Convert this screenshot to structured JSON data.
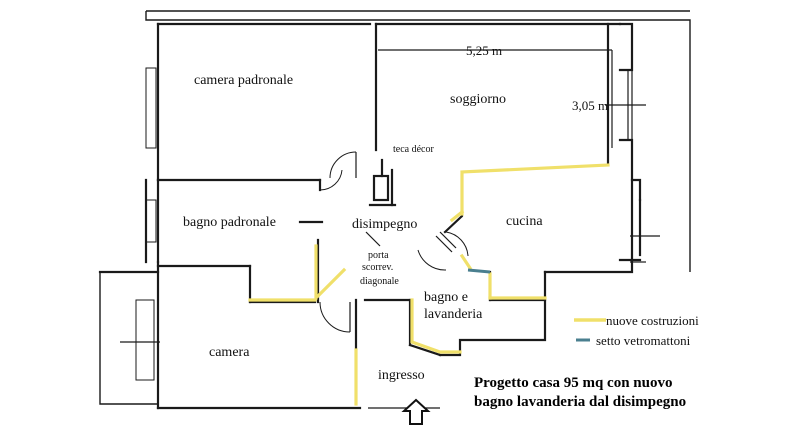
{
  "rooms": {
    "camera_padronale": "camera padronale",
    "soggiorno": "soggiorno",
    "bagno_padronale": "bagno padronale",
    "disimpegno": "disimpegno",
    "cucina": "cucina",
    "bagno_lavanderia_line1": "bagno e",
    "bagno_lavanderia_line2": "lavanderia",
    "camera": "camera",
    "ingresso": "ingresso"
  },
  "annotations": {
    "teca": "teca décor",
    "porta_line1": "porta",
    "porta_line2": "scorrev.",
    "porta_line3": "diagonale"
  },
  "dimensions": {
    "width_label": "5,25 m",
    "height_label": "3,05 m"
  },
  "legend": {
    "new_walls_label": "nuove costruzioni",
    "new_walls_color": "#f0e06a",
    "glass_brick_label": "setto vetromattoni",
    "glass_brick_color": "#4a7f8f"
  },
  "title": {
    "line1": "Progetto casa 95 mq con nuovo",
    "line2": "bagno lavanderia dal disimpegno"
  },
  "icons": {
    "entrance_arrow": "up-arrow-icon"
  }
}
